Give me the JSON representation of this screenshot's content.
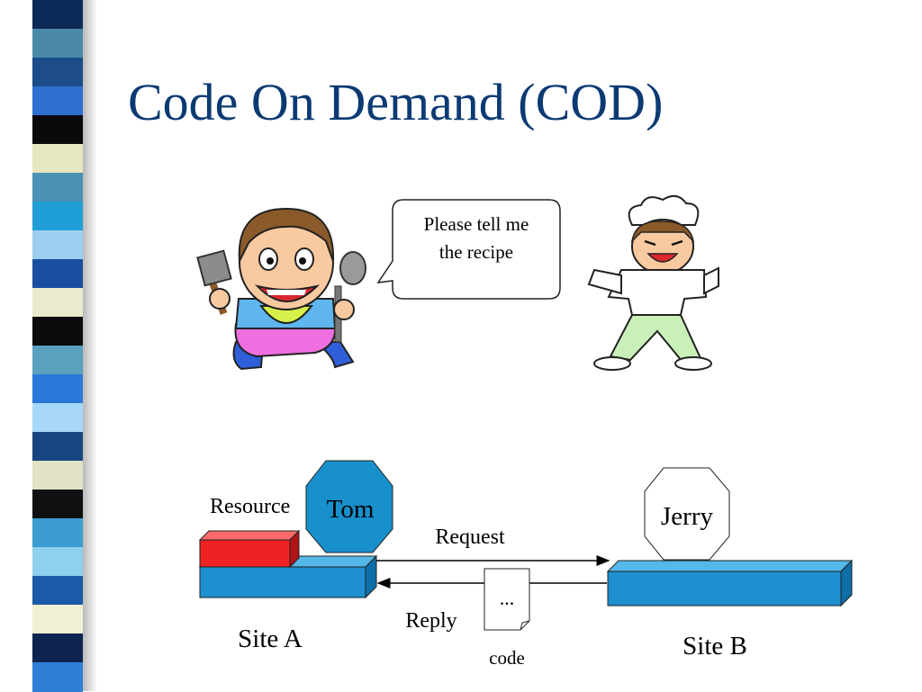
{
  "slide": {
    "title": "Code On Demand (COD)"
  },
  "bubble": {
    "line1": "Please tell me",
    "line2": "the recipe"
  },
  "diagram": {
    "resource_label": "Resource",
    "tom_label": "Tom",
    "jerry_label": "Jerry",
    "request_label": "Request",
    "reply_label": "Reply",
    "code_label": "...",
    "code_caption": "code",
    "site_a_label": "Site A",
    "site_b_label": "Site B"
  },
  "colors": {
    "title": "#0b3a73",
    "platform": "#1e8fcf",
    "platform_top": "#54b8e8",
    "resource": "#ee2222",
    "tom_octagon": "#1890cc"
  },
  "stripes": [
    "#0c2a57",
    "#4a8aa8",
    "#1c4c8a",
    "#2e6fd0",
    "#0a0a0a",
    "#e6e6c0",
    "#4b92b4",
    "#1f9ed6",
    "#9ccff0",
    "#1a4fa0",
    "#eaeacc",
    "#0b0b0b",
    "#5aa0bf",
    "#2a78d8",
    "#a8d8f8",
    "#17457f",
    "#e2e2c4",
    "#101010",
    "#3b9ccf",
    "#8ed0ee",
    "#1b5aa7",
    "#f0f0d2",
    "#0d2450",
    "#2f7fd8"
  ]
}
